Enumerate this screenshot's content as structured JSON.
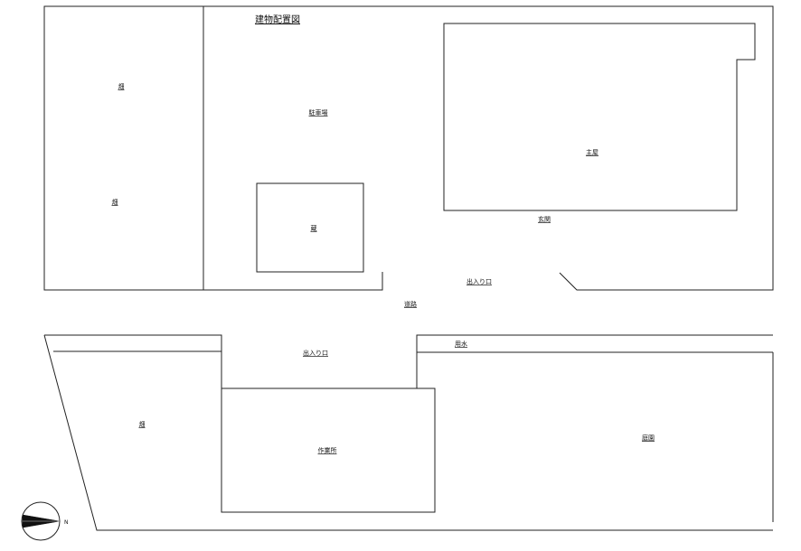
{
  "title": "建物配置図",
  "labels": {
    "field_top_1": "畑",
    "field_top_2": "畑",
    "parking": "駐車場",
    "shed": "蔵",
    "main_house": "主屋",
    "entrance_hall": "玄関",
    "gateway_top": "出入り口",
    "road": "道路",
    "gateway_bottom": "出入り口",
    "waterway": "用水",
    "field_bottom": "畑",
    "workshop": "作業所",
    "garden": "庭園"
  },
  "north_arrow": {
    "icon": "north-arrow-icon",
    "label": "N"
  }
}
